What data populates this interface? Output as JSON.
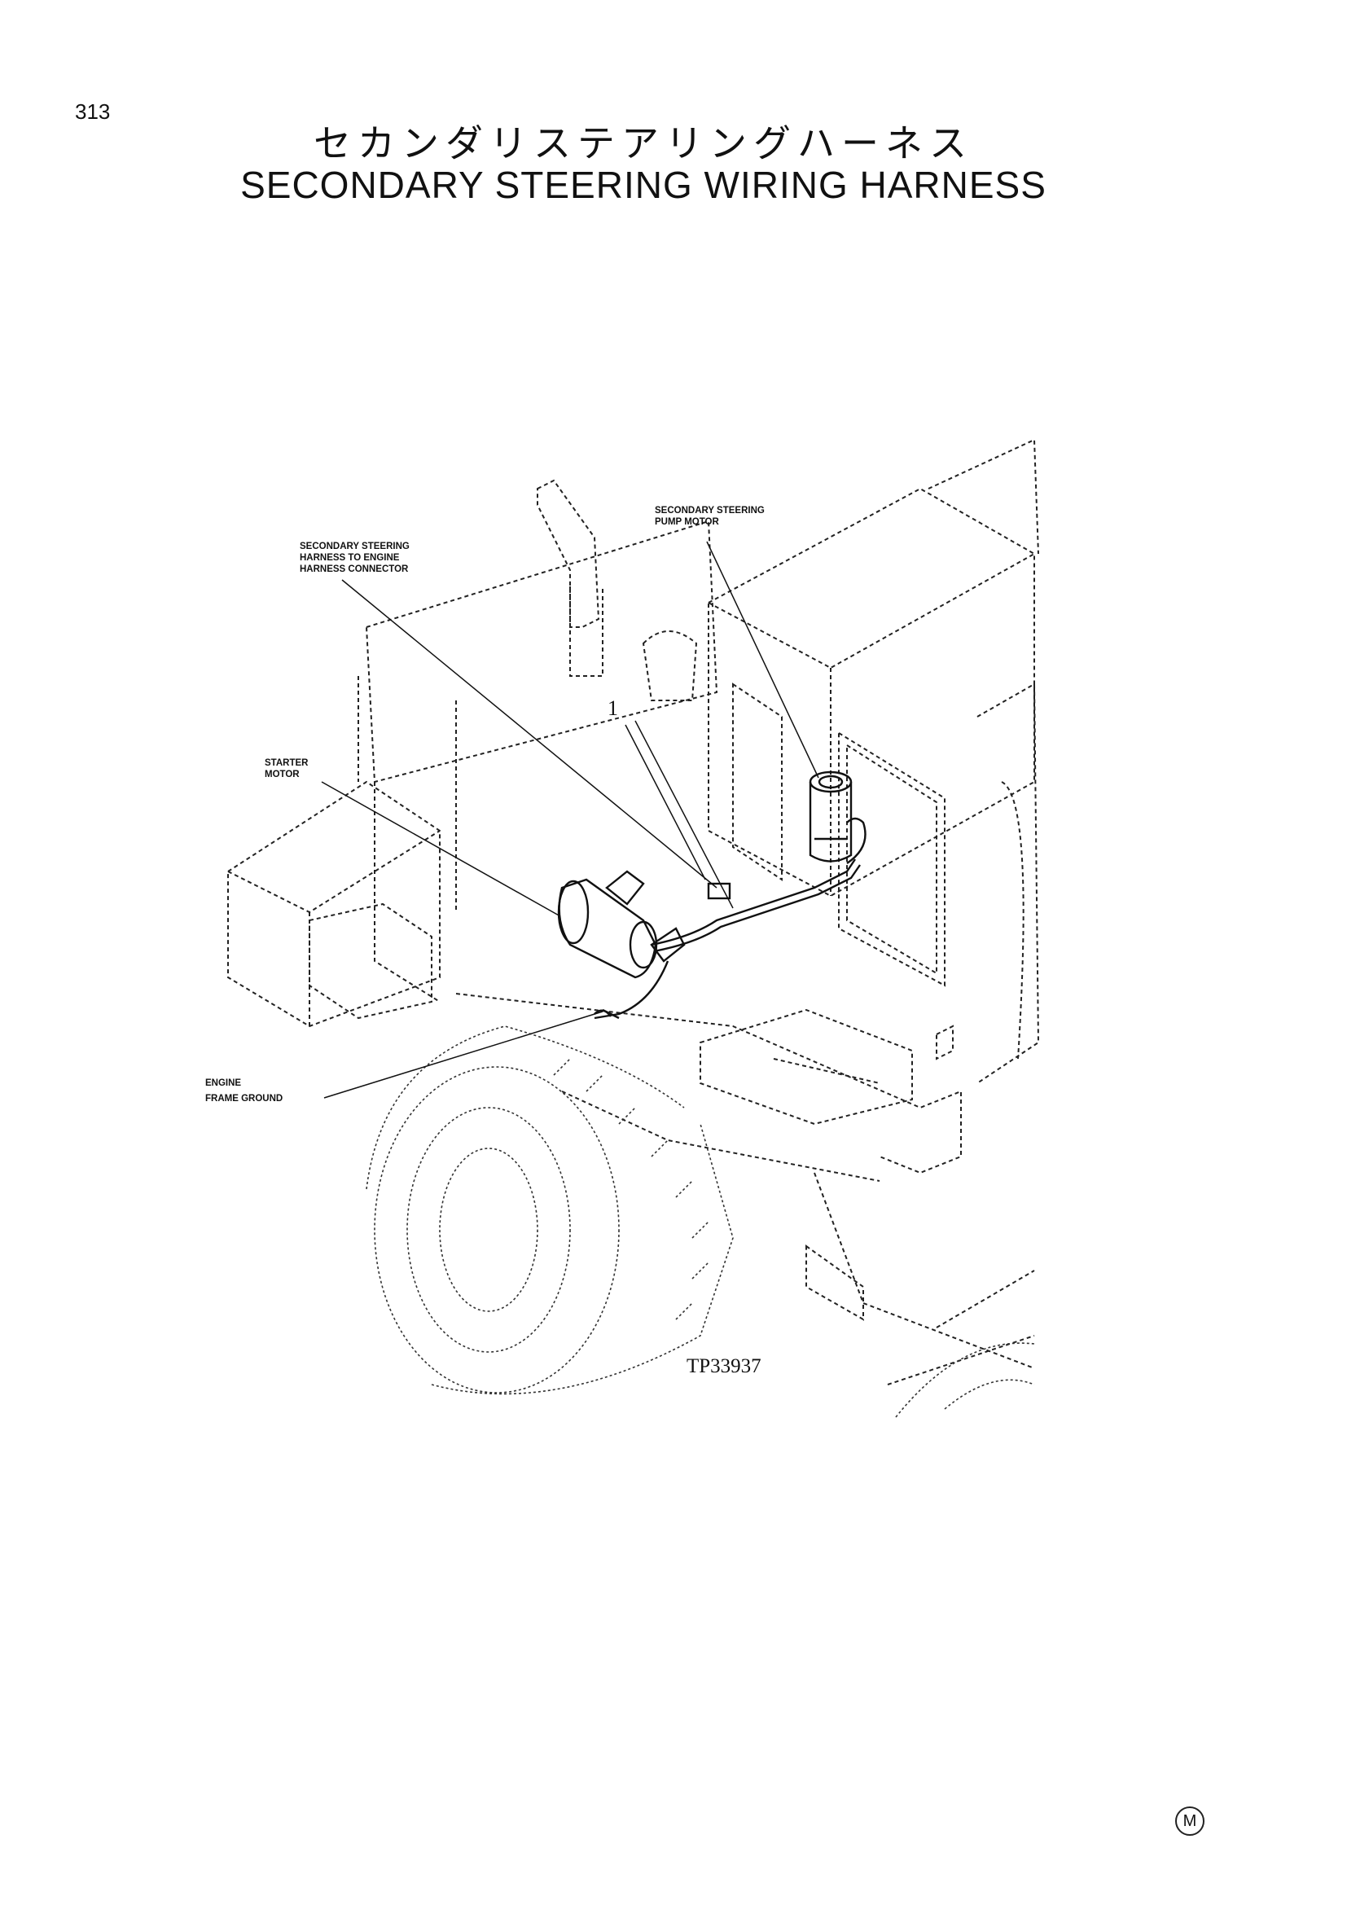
{
  "page": {
    "number": "313"
  },
  "title": {
    "japanese": "セカンダリステアリングハーネス",
    "english": "SECONDARY STEERING WIRING HARNESS"
  },
  "diagram": {
    "callouts": {
      "harness_connector": [
        "SECONDARY STEERING",
        "HARNESS TO ENGINE",
        "HARNESS CONNECTOR"
      ],
      "pump_motor": [
        "SECONDARY STEERING",
        "PUMP MOTOR"
      ],
      "starter_motor": [
        "STARTER",
        "MOTOR"
      ],
      "frame_ground": [
        "ENGINE",
        "FRAME GROUND"
      ]
    },
    "item_number": "1",
    "figure_number": "TP33937"
  },
  "footer": {
    "mark": "M"
  }
}
